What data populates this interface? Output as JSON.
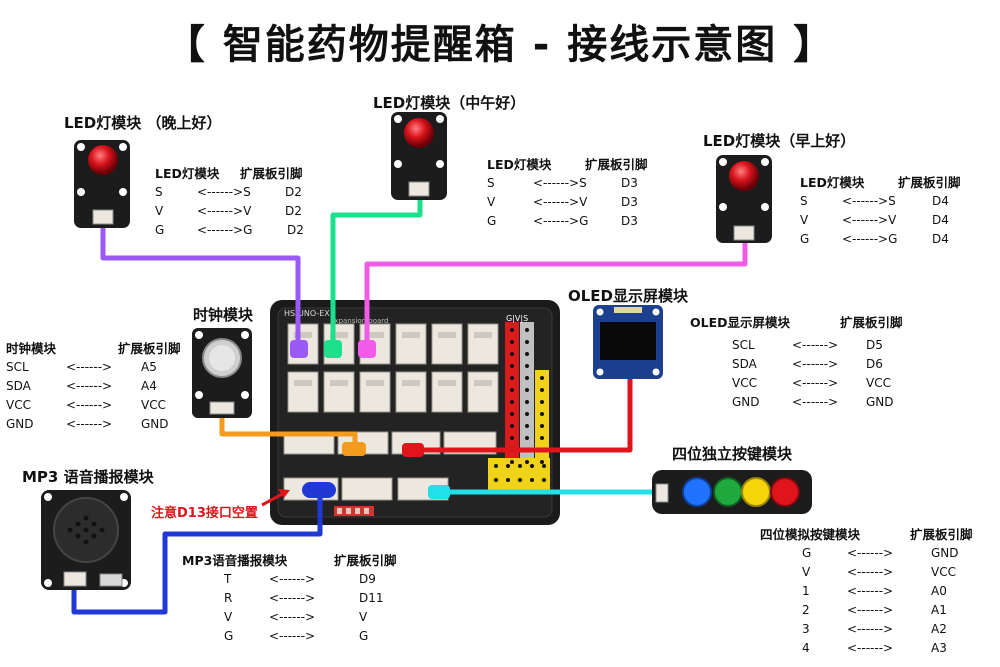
{
  "title": "【 智能药物提醒箱 - 接线示意图 】",
  "led_evening": {
    "label": "LED灯模块 （晚上好）",
    "header": [
      "LED灯模块",
      "扩展板引脚"
    ],
    "rows": [
      [
        "S",
        "<------>S",
        "D2"
      ],
      [
        "V",
        "<------>V",
        "D2"
      ],
      [
        "G",
        "<------>G",
        "D2"
      ]
    ]
  },
  "led_noon": {
    "label": "LED灯模块（中午好）",
    "header": [
      "LED灯模块",
      "扩展板引脚"
    ],
    "rows": [
      [
        "S",
        "<------>S",
        "D3"
      ],
      [
        "V",
        "<------>V",
        "D3"
      ],
      [
        "G",
        "<------>G",
        "D3"
      ]
    ]
  },
  "led_morning": {
    "label": "LED灯模块（早上好）",
    "header": [
      "LED灯模块",
      "扩展板引脚"
    ],
    "rows": [
      [
        "S",
        "<------>S",
        "D4"
      ],
      [
        "V",
        "<------>V",
        "D4"
      ],
      [
        "G",
        "<------>G",
        "D4"
      ]
    ]
  },
  "clock": {
    "label": "时钟模块",
    "header": [
      "时钟模块",
      "扩展板引脚"
    ],
    "rows": [
      [
        "SCL",
        "<------>",
        "A5"
      ],
      [
        "SDA",
        "<------>",
        "A4"
      ],
      [
        "VCC",
        "<------>",
        "VCC"
      ],
      [
        "GND",
        "<------>",
        "GND"
      ]
    ]
  },
  "oled": {
    "label": "OLED显示屏模块",
    "header": [
      "OLED显示屏模块",
      "扩展板引脚"
    ],
    "rows": [
      [
        "SCL",
        "<------>",
        "D5"
      ],
      [
        "SDA",
        "<------>",
        "D6"
      ],
      [
        "VCC",
        "<------>",
        "VCC"
      ],
      [
        "GND",
        "<------>",
        "GND"
      ]
    ]
  },
  "mp3": {
    "label": "MP3 语音播报模块",
    "header": [
      "MP3语音播报模块",
      "扩展板引脚"
    ],
    "rows": [
      [
        "T",
        "<------>",
        "D9"
      ],
      [
        "R",
        "<------>",
        "D11"
      ],
      [
        "V",
        "<------>",
        "V"
      ],
      [
        "G",
        "<------>",
        "G"
      ]
    ]
  },
  "keys": {
    "label": "四位独立按键模块",
    "header": [
      "四位模拟按键模块",
      "扩展板引脚"
    ],
    "rows": [
      [
        "G",
        "<------>",
        "GND"
      ],
      [
        "V",
        "<------>",
        "VCC"
      ],
      [
        "1",
        "<------>",
        "A0"
      ],
      [
        "2",
        "<------>",
        "A1"
      ],
      [
        "3",
        "<------>",
        "A2"
      ],
      [
        "4",
        "<------>",
        "A3"
      ]
    ]
  },
  "note": "注意D13接口空置",
  "board": {
    "name": "HS-UNO-EX",
    "subtitle": "Expansion board",
    "rail_label": "G|V|S"
  },
  "colors": {
    "wire_evening": "#9b59f5",
    "wire_noon": "#1de08c",
    "wire_morning": "#f05ce8",
    "wire_clock": "#f49a1c",
    "wire_oled": "#e0141b",
    "wire_mp3": "#1f38d6",
    "wire_keys": "#22e0e8",
    "board": "#1b1b1b",
    "note": "#e0141b",
    "led_red": "#d8141c",
    "button_blue": "#1f73ff",
    "button_green": "#1fa83c",
    "button_yellow": "#f5d40a",
    "button_red": "#e0141b"
  },
  "icons": [
    "led-module-icon",
    "rtc-battery-icon",
    "oled-screen-icon",
    "speaker-icon",
    "push-button-icon",
    "arrow-icon"
  ]
}
